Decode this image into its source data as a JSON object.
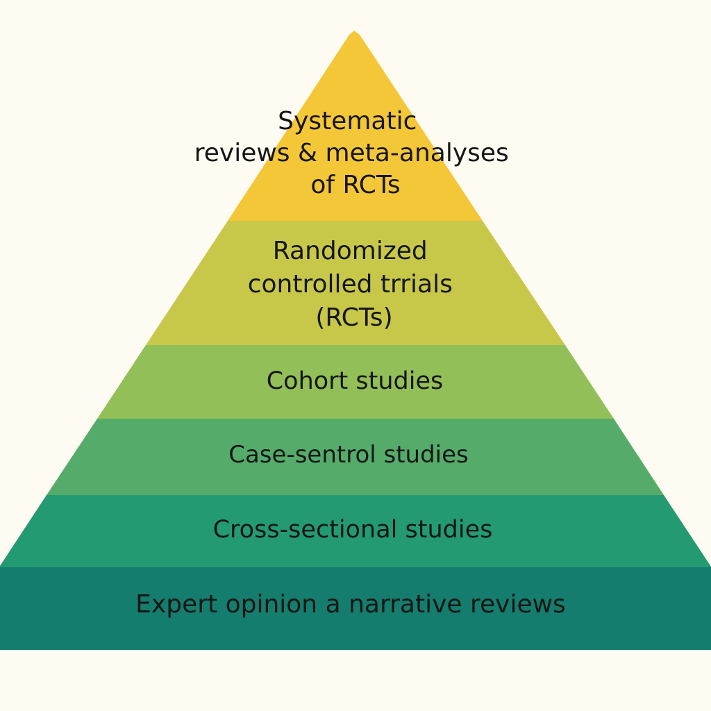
{
  "diagram": {
    "background_color": "#fdfbf2",
    "tiers": [
      {
        "lines": [
          "Systematic",
          "reviews & meta-analyses",
          "of RCTs"
        ],
        "color": "#f4c739"
      },
      {
        "lines": [
          "Randomized",
          "controlled trrials",
          "(RCTs)"
        ],
        "color": "#c7c84a"
      },
      {
        "lines": [
          "Cohort studies"
        ],
        "color": "#93bf58"
      },
      {
        "lines": [
          "Case-sentrol studies"
        ],
        "color": "#55ac6a"
      },
      {
        "lines": [
          "Cross-sectional studies"
        ],
        "color": "#239a72"
      },
      {
        "lines": [
          "Expert opinion a narrative reviews"
        ],
        "color": "#147d6d"
      }
    ]
  }
}
